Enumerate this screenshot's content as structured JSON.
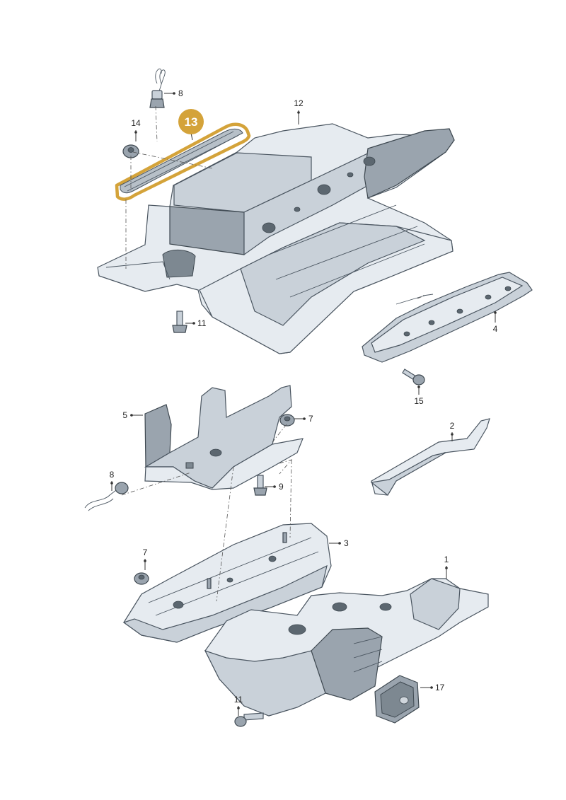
{
  "highlight": {
    "badge_fill": "#d4a33a",
    "outline_color": "#d4a33a",
    "part_number": "13"
  },
  "callouts": {
    "c8_top": "8",
    "c14": "14",
    "c12": "12",
    "c11_top": "11",
    "c4": "4",
    "c15": "15",
    "c5": "5",
    "c7_mid": "7",
    "c2": "2",
    "c8_mid": "8",
    "c9": "9",
    "c3": "3",
    "c7_low": "7",
    "c1": "1",
    "c11_low": "11",
    "c17": "17"
  }
}
